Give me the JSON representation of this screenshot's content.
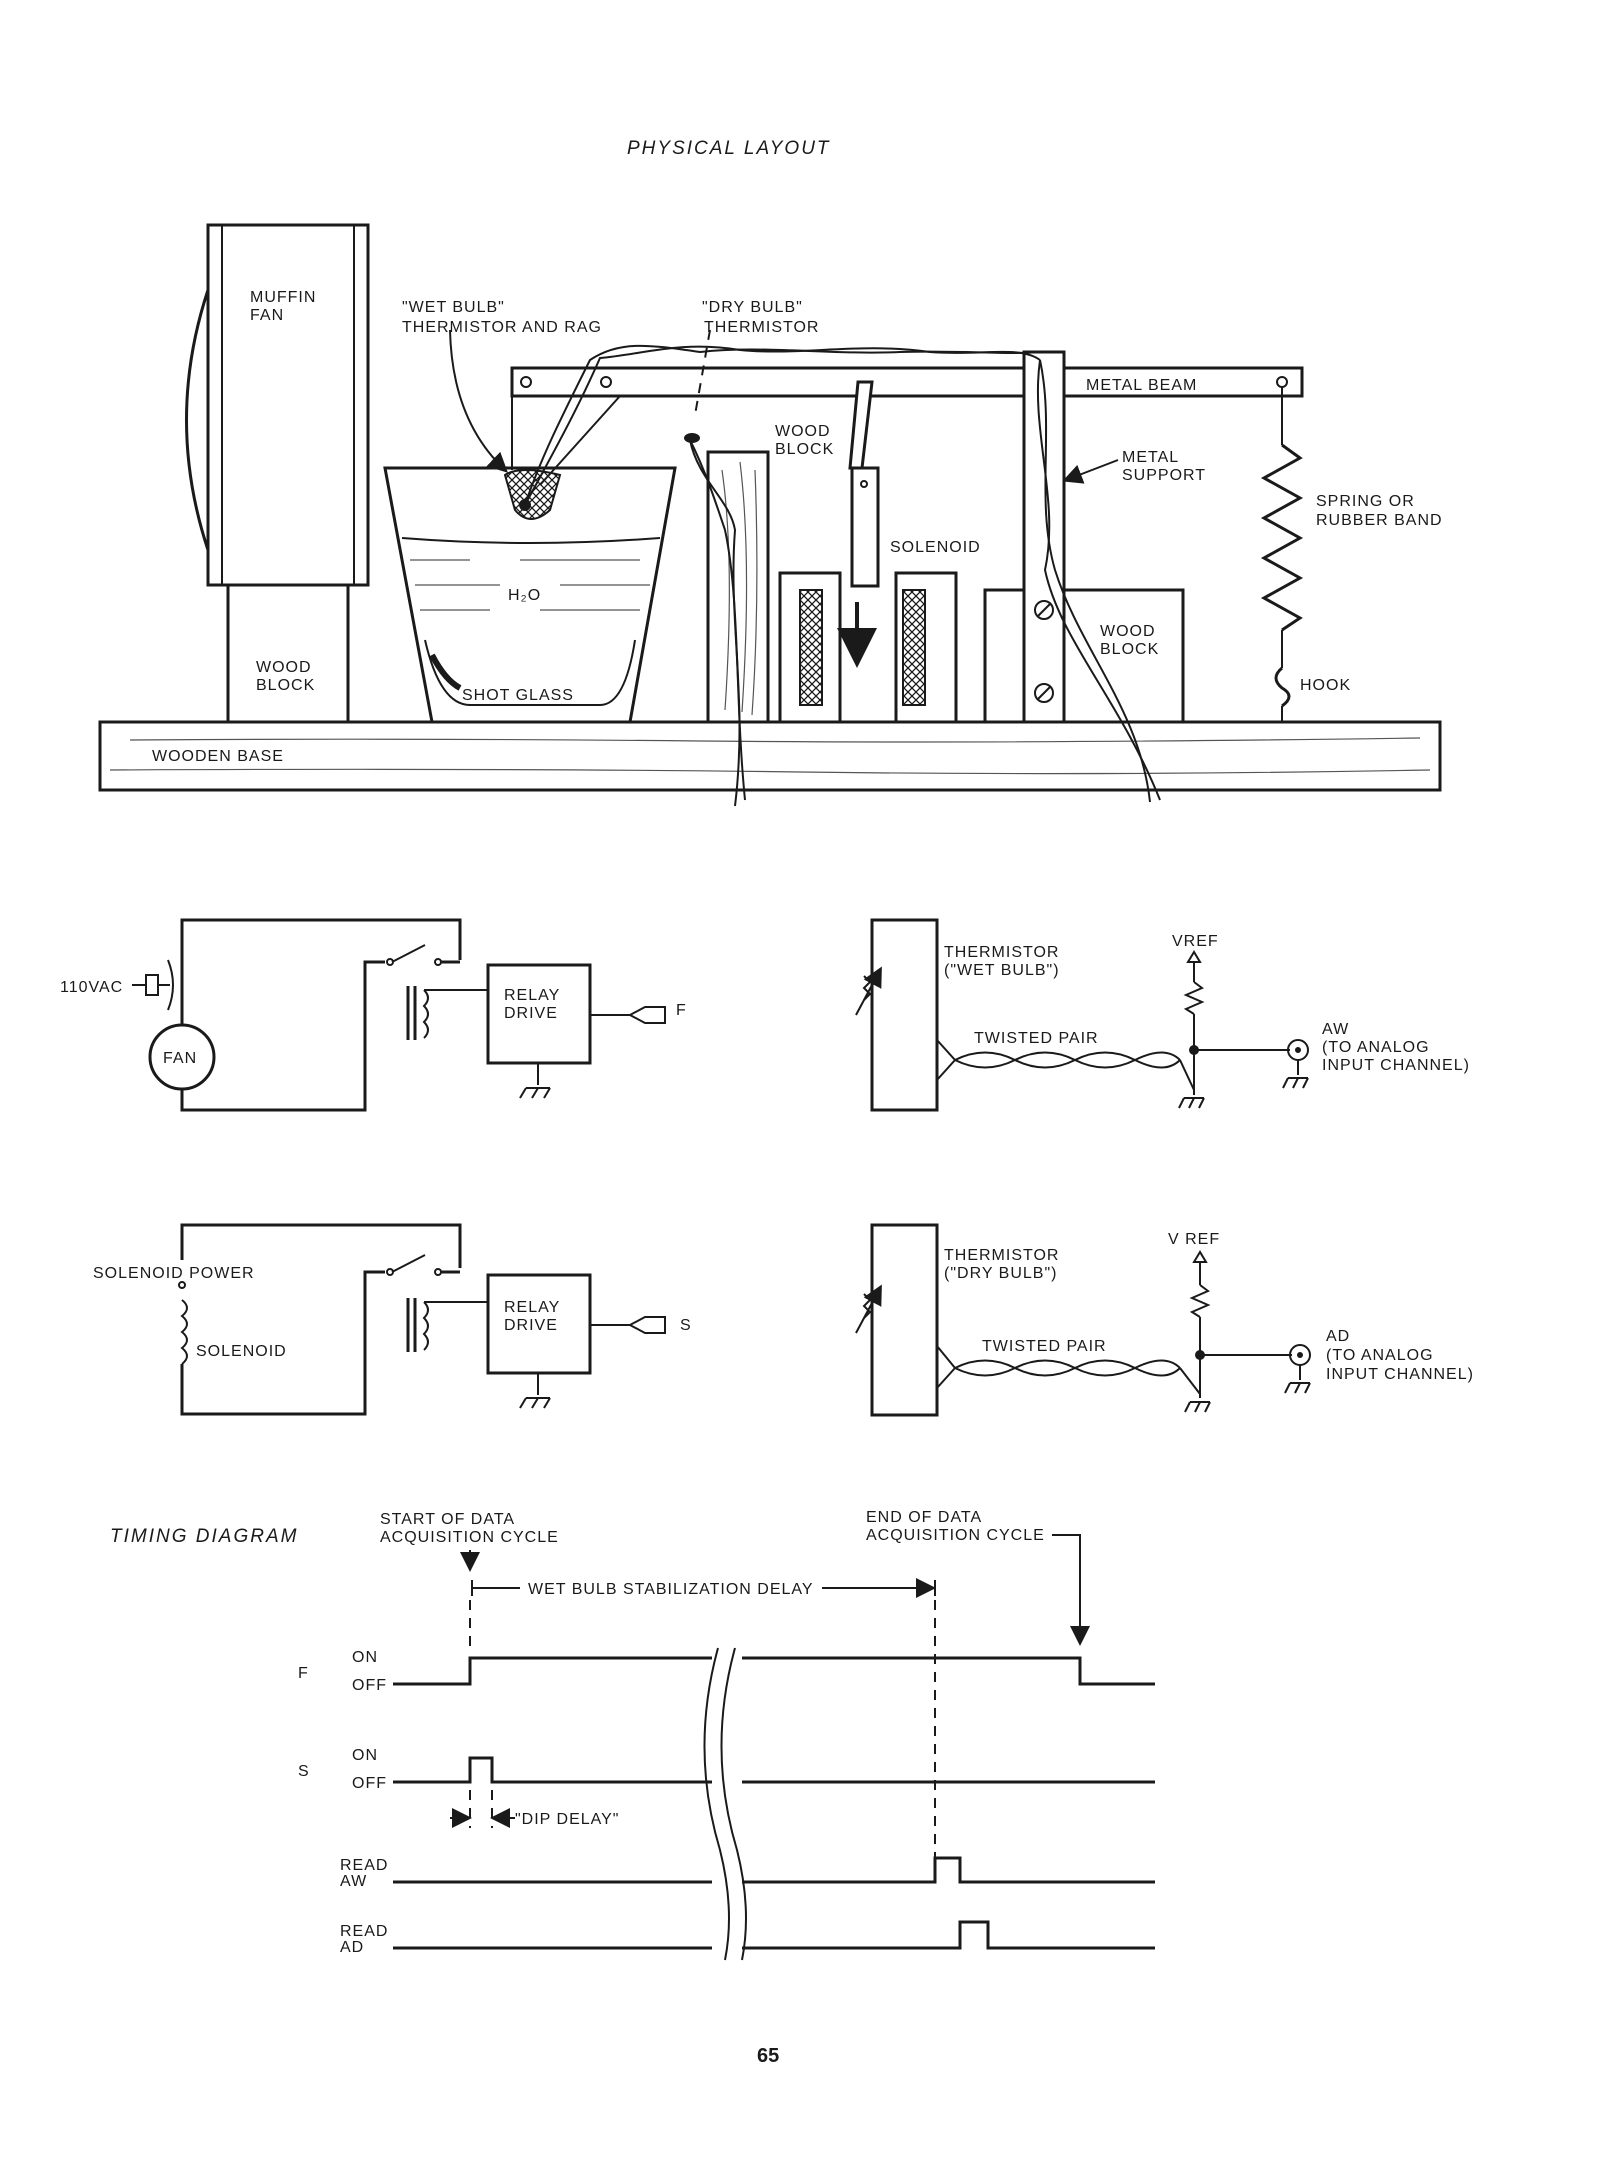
{
  "physical_layout": {
    "title": "PHYSICAL LAYOUT",
    "labels": {
      "muffin_fan": [
        "MUFFIN",
        "FAN"
      ],
      "wet_bulb": [
        "\"WET BULB\"",
        "THERMISTOR AND RAG"
      ],
      "dry_bulb": [
        "\"DRY BULB\"",
        "THERMISTOR"
      ],
      "metal_beam": "METAL BEAM",
      "wood_block_center": [
        "WOOD",
        "BLOCK"
      ],
      "metal_support": [
        "METAL",
        "SUPPORT"
      ],
      "spring": [
        "SPRING OR",
        "RUBBER BAND"
      ],
      "solenoid": "SOLENOID",
      "h2o": "H₂O",
      "wood_block_left": [
        "WOOD",
        "BLOCK"
      ],
      "wood_block_right": [
        "WOOD",
        "BLOCK"
      ],
      "shot_glass": "SHOT GLASS",
      "hook": "HOOK",
      "wooden_base": "WOODEN BASE"
    }
  },
  "fan_circuit": {
    "source": "110VAC",
    "fan": "FAN",
    "relay": [
      "RELAY",
      "DRIVE"
    ],
    "output": "F"
  },
  "solenoid_circuit": {
    "power": "SOLENOID POWER",
    "solenoid": "SOLENOID",
    "relay": [
      "RELAY",
      "DRIVE"
    ],
    "output": "S"
  },
  "wet_circuit": {
    "thermistor": [
      "THERMISTOR",
      "(\"WET BULB\")"
    ],
    "vref": "VREF",
    "twisted_pair": "TWISTED PAIR",
    "output": [
      "AW",
      "(TO ANALOG",
      "INPUT CHANNEL)"
    ]
  },
  "dry_circuit": {
    "thermistor": [
      "THERMISTOR",
      "(\"DRY BULB\")"
    ],
    "vref": "V REF",
    "twisted_pair": "TWISTED PAIR",
    "output": [
      "AD",
      "(TO ANALOG",
      "INPUT CHANNEL)"
    ]
  },
  "timing_diagram": {
    "title": "TIMING DIAGRAM",
    "start": [
      "START OF DATA",
      "ACQUISITION CYCLE"
    ],
    "end": [
      "END OF DATA",
      "ACQUISITION CYCLE"
    ],
    "delay": "WET BULB STABILIZATION DELAY",
    "dip_delay": "\"DIP DELAY\"",
    "signals": {
      "f": {
        "name": "F",
        "on": "ON",
        "off": "OFF"
      },
      "s": {
        "name": "S",
        "on": "ON",
        "off": "OFF"
      },
      "aw": [
        "READ",
        "AW"
      ],
      "ad": [
        "READ",
        "AD"
      ]
    }
  },
  "page_number": "65"
}
